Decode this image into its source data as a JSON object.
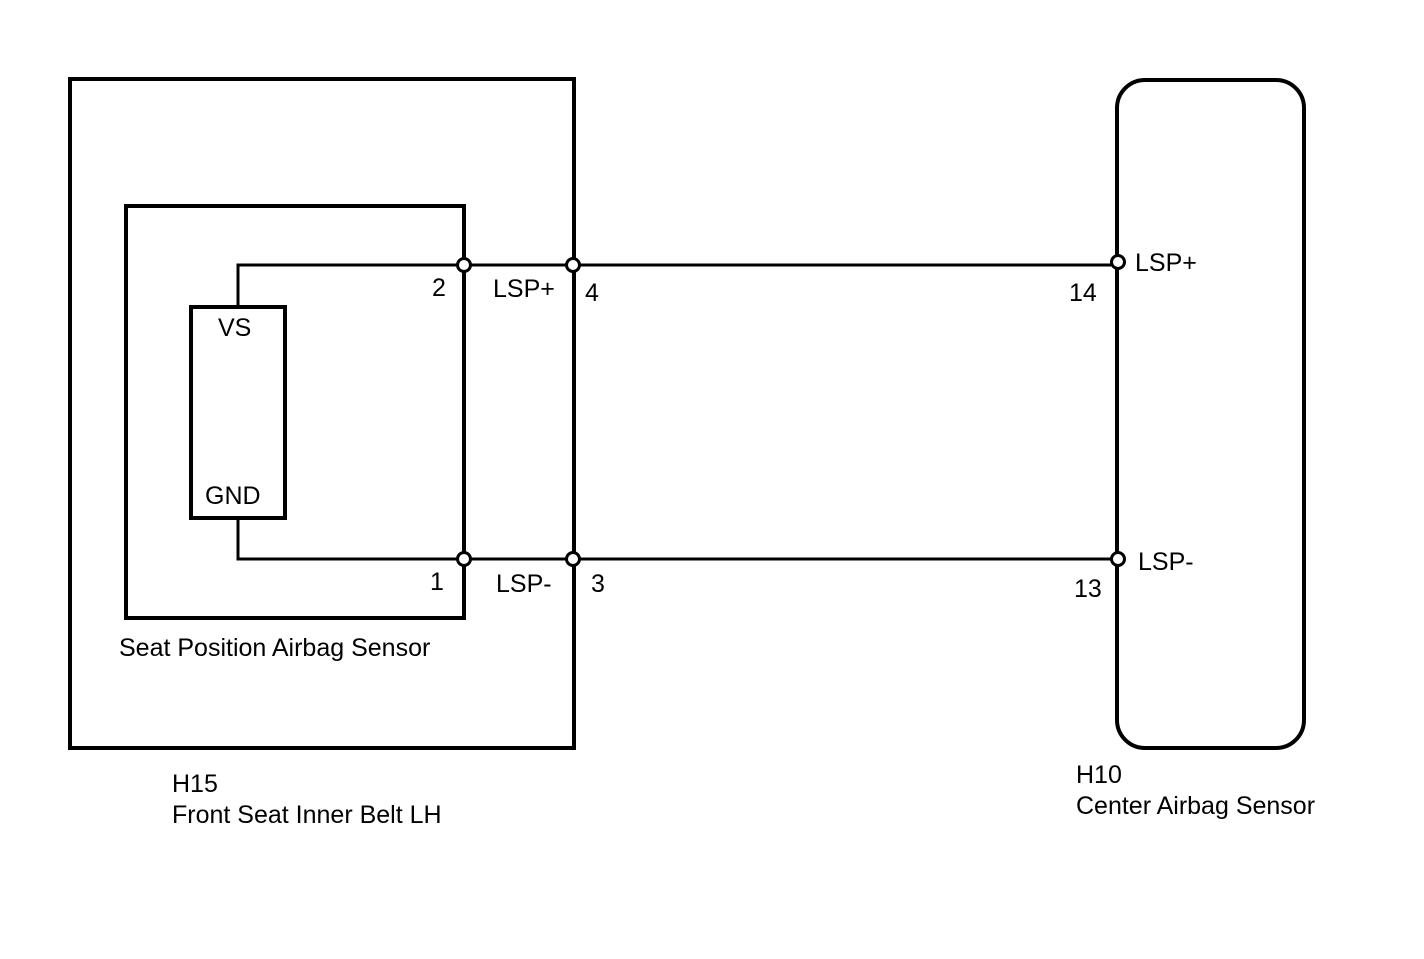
{
  "left_connector": {
    "code": "H15",
    "name": "Front Seat Inner Belt LH",
    "sensor": {
      "name": "Seat Position Airbag Sensor",
      "terminals": {
        "top": "VS",
        "bottom": "GND"
      },
      "pins": {
        "positive": "2",
        "negative": "1"
      }
    },
    "pins": {
      "positive": {
        "number": "4",
        "signal": "LSP+"
      },
      "negative": {
        "number": "3",
        "signal": "LSP-"
      }
    }
  },
  "right_connector": {
    "code": "H10",
    "name": "Center Airbag Sensor",
    "pins": {
      "positive": {
        "number": "14",
        "signal": "LSP+"
      },
      "negative": {
        "number": "13",
        "signal": "LSP-"
      }
    }
  },
  "colors": {
    "line": "#000000",
    "background": "#ffffff"
  }
}
